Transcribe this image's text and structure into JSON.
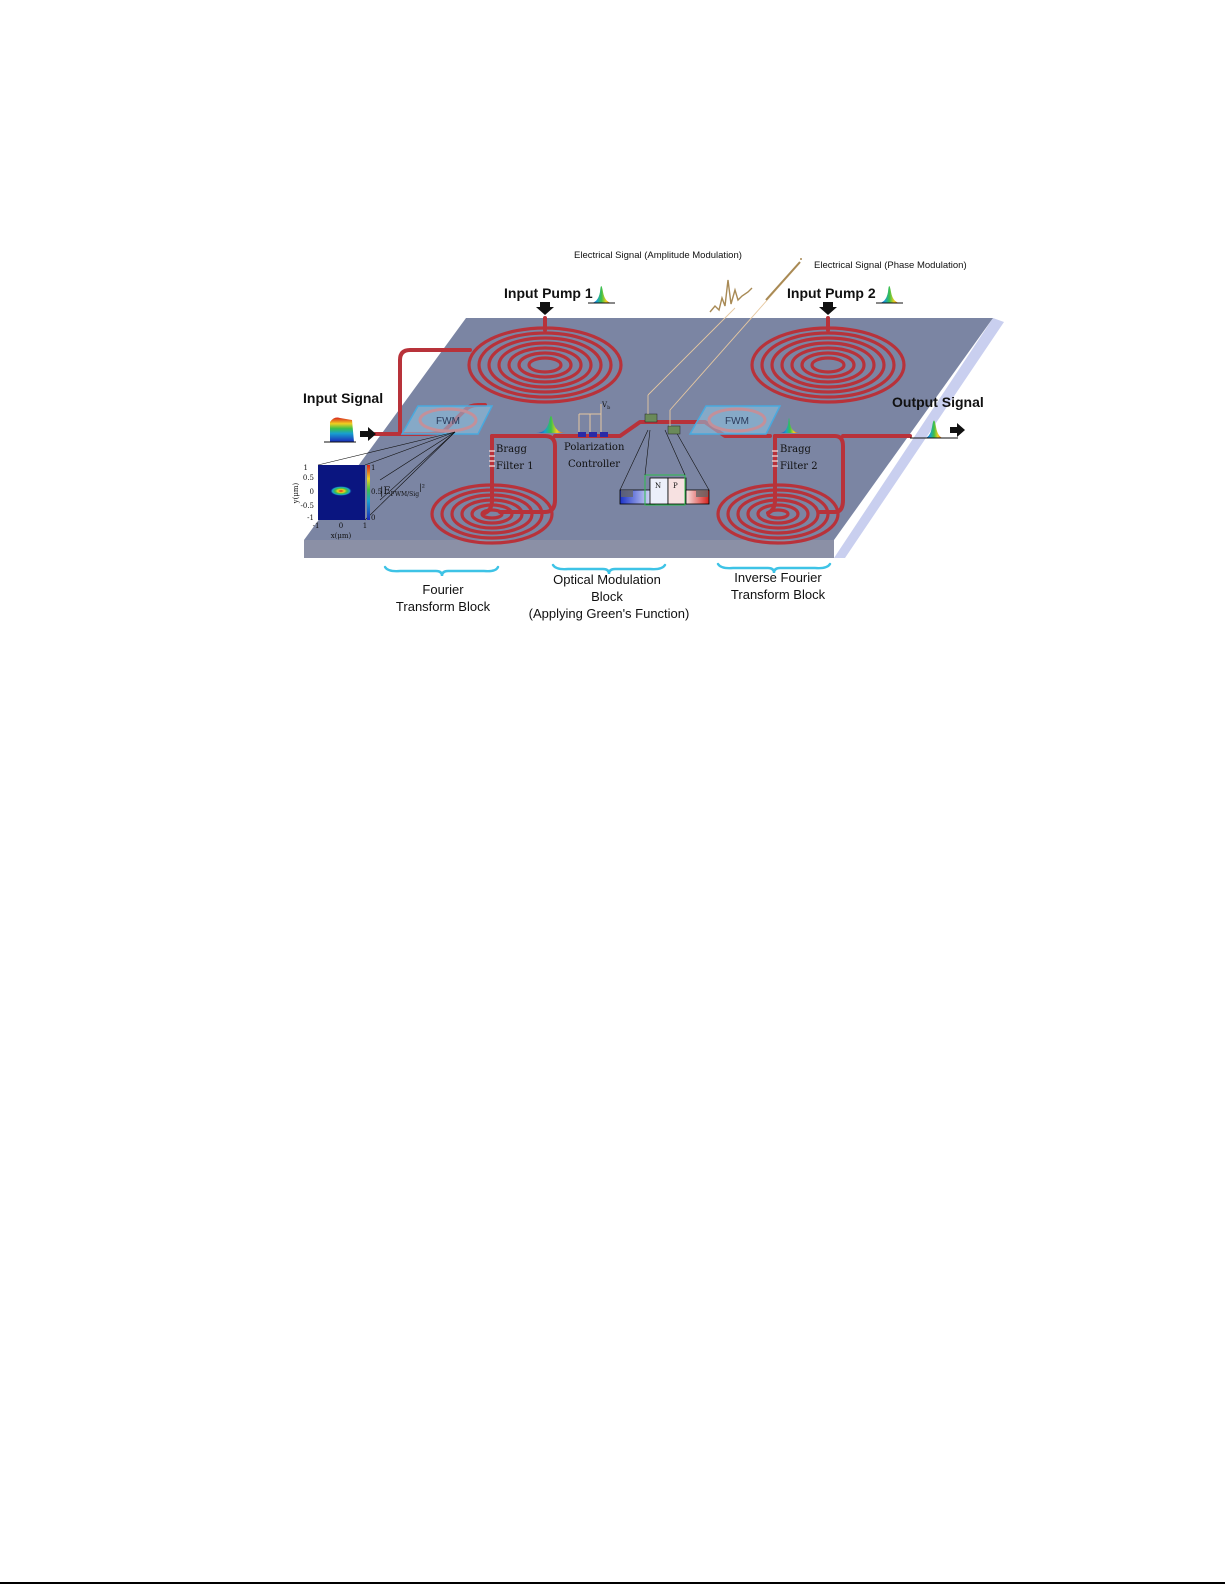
{
  "labels": {
    "input_signal": "Input Signal",
    "input_pump_1": "Input Pump 1",
    "input_pump_2": "Input Pump 2",
    "output_signal": "Output Signal",
    "elec_amp": "Electrical Signal (Amplitude Modulation)",
    "elec_phase": "Electrical Signal (Phase Modulation)",
    "fwm_1": "FWM",
    "fwm_2": "FWM",
    "bragg_1_a": "Bragg",
    "bragg_1_b": "Filter 1",
    "bragg_2_a": "Bragg",
    "bragg_2_b": "Filter 2",
    "polarization_a": "Polarization",
    "polarization_b": "Controller",
    "vb": "V",
    "vb_sub": "b",
    "junction_n": "N",
    "junction_p": "P"
  },
  "inset": {
    "ylabel": "y(μm)",
    "xlabel": "x(μm)",
    "yticks": [
      "1",
      "0.5",
      "0",
      "-0.5",
      "-1"
    ],
    "xticks": [
      "-1",
      "0",
      "1"
    ],
    "cbar_ticks": [
      "1",
      "0.5",
      "0"
    ],
    "field_label": "|E",
    "field_sub": "FWM/Sig",
    "field_sup": "|²"
  },
  "blocks": {
    "fourier_a": "Fourier",
    "fourier_b": "Transform Block",
    "optmod_a": "Optical Modulation",
    "optmod_b": "Block",
    "optmod_c": "(Applying Green's Function)",
    "inverse_a": "Inverse Fourier",
    "inverse_b": "Transform Block"
  },
  "colors": {
    "substrate_top": "#7b85a3",
    "substrate_side": "#c9cfef",
    "substrate_front": "#8b90a6",
    "waveguide": "#b8323a",
    "brace": "#3ec3e6"
  }
}
